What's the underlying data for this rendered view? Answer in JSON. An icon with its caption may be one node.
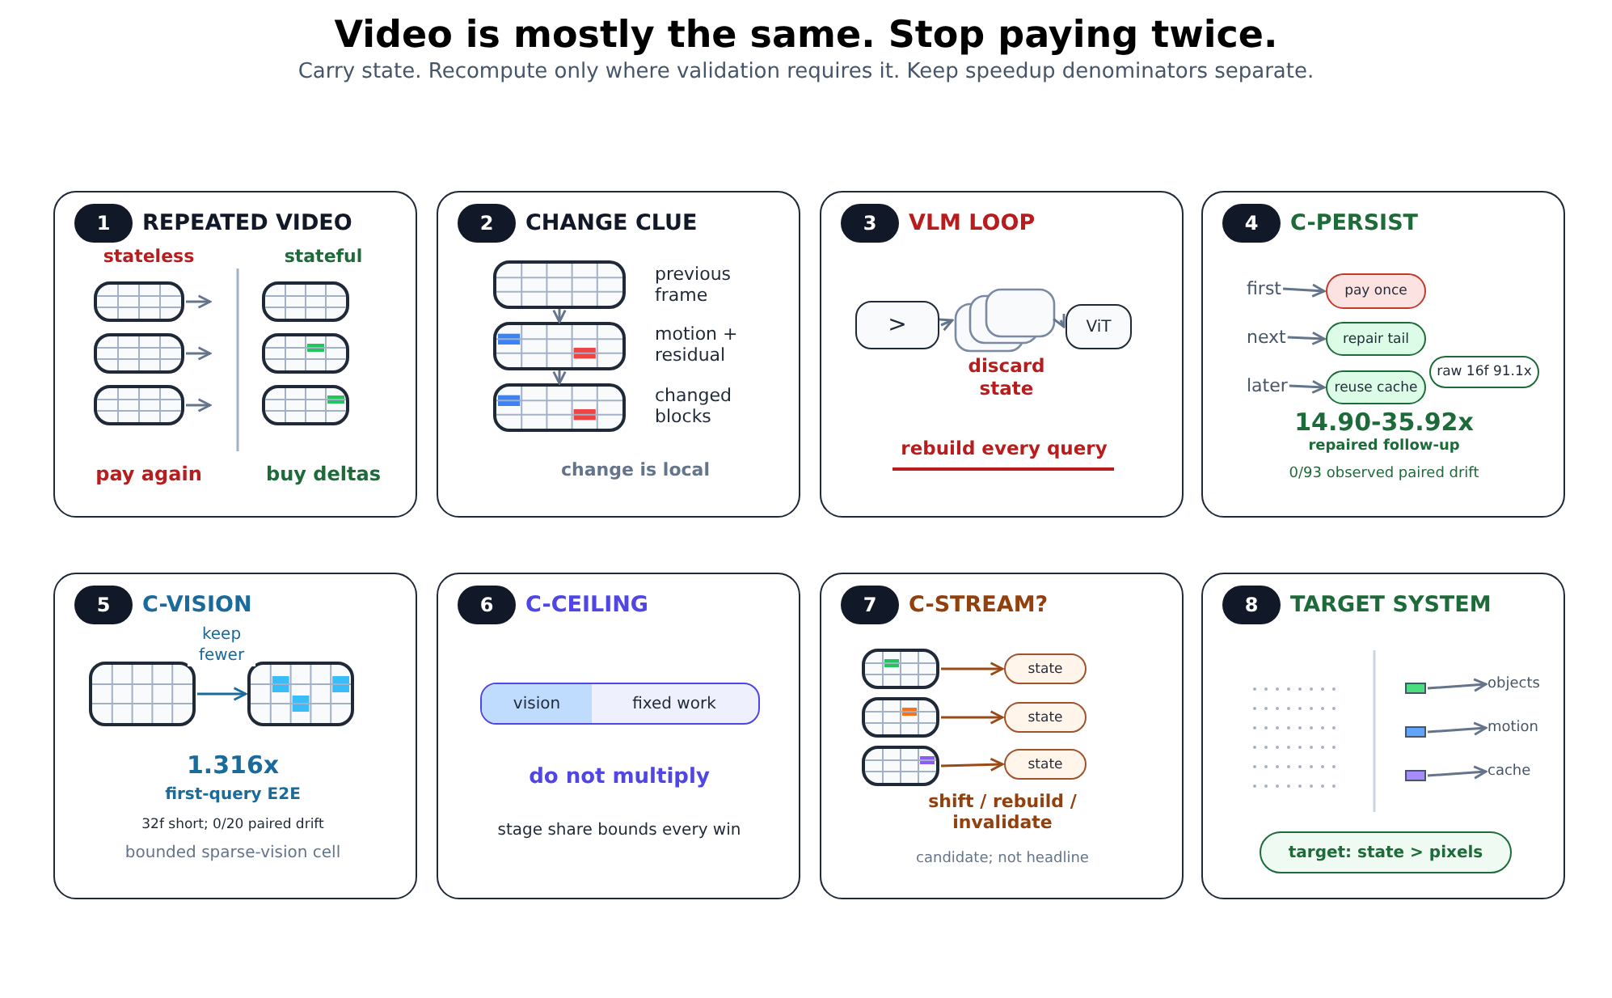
{
  "diagram": {
    "title": "Video is mostly the same. Stop paying twice.",
    "labels": [
      "Carry state. Recompute only where validation requires it. Keep speedup denominators separate."
    ],
    "nodes": [
      {
        "text": [
          "REPEATED VIDEO",
          "stateless",
          "stateful",
          "pay again",
          "buy deltas"
        ]
      },
      {
        "text": [
          "1"
        ],
        "in": 0
      },
      {
        "text": [],
        "shape": "box",
        "in": 0
      },
      {
        "text": [],
        "shape": "box",
        "in": 0
      },
      {
        "text": [],
        "shape": "box",
        "in": 0
      },
      {
        "text": [],
        "shape": "box",
        "in": 0
      },
      {
        "text": [],
        "shape": "box",
        "in": 0
      },
      {
        "text": [],
        "shape": "box",
        "in": 0
      },
      {
        "text": [
          "CHANGE CLUE",
          "change is local"
        ]
      },
      {
        "text": [
          "2"
        ],
        "in": 8
      },
      {
        "text": [],
        "shape": "box",
        "in": 8,
        "beside": [
          "previous frame"
        ]
      },
      {
        "text": [],
        "shape": "box",
        "in": 8,
        "beside": [
          "motion + residual"
        ]
      },
      {
        "text": [],
        "shape": "box",
        "in": 8,
        "beside": [
          "changed blocks"
        ]
      },
      {
        "text": [
          "VLM LOOP",
          "rebuild every query"
        ]
      },
      {
        "text": [
          "3"
        ],
        "in": 13
      },
      {
        "text": [
          ">"
        ],
        "in": 13
      },
      {
        "text": [],
        "shape": "box",
        "in": 13,
        "beside": [
          "discard state"
        ]
      },
      {
        "text": [
          "ViT"
        ],
        "in": 13
      },
      {
        "text": [
          "C-PERSIST",
          "14.90-35.92x",
          "repaired follow-up",
          "0/93 observed paired drift"
        ]
      },
      {
        "text": [
          "4"
        ],
        "in": 18
      },
      {
        "text": [
          "first"
        ],
        "in": 18
      },
      {
        "text": [
          "pay once"
        ],
        "in": 18
      },
      {
        "text": [
          "next"
        ],
        "in": 18
      },
      {
        "text": [
          "repair tail"
        ],
        "in": 18
      },
      {
        "text": [
          "later"
        ],
        "in": 18
      },
      {
        "text": [
          "reuse cache"
        ],
        "in": 18
      },
      {
        "text": [
          "raw 16f 91.1x"
        ],
        "in": 18
      },
      {
        "text": [
          "C-VISION",
          "1.316x",
          "first-query E2E",
          "32f short; 0/20 paired drift",
          "bounded sparse-vision cell"
        ]
      },
      {
        "text": [
          "5"
        ],
        "in": 27
      },
      {
        "text": [],
        "shape": "box",
        "in": 27
      },
      {
        "text": [],
        "shape": "box",
        "in": 27
      },
      {
        "text": [
          "C-CEILING",
          "do not multiply",
          "stage share bounds every win"
        ]
      },
      {
        "text": [
          "6"
        ],
        "in": 31
      },
      {
        "text": [
          "vision",
          "fixed work"
        ],
        "in": 31
      },
      {
        "text": [
          "C-STREAM?",
          "shift / rebuild / invalidate",
          "candidate; not headline"
        ]
      },
      {
        "text": [
          "7"
        ],
        "in": 34
      },
      {
        "text": [],
        "shape": "box",
        "in": 34
      },
      {
        "text": [
          "state"
        ],
        "in": 34
      },
      {
        "text": [],
        "shape": "box",
        "in": 34
      },
      {
        "text": [
          "state"
        ],
        "in": 34
      },
      {
        "text": [],
        "shape": "box",
        "in": 34
      },
      {
        "text": [
          "state"
        ],
        "in": 34
      },
      {
        "text": [
          "TARGET SYSTEM"
        ]
      },
      {
        "text": [
          "8"
        ],
        "in": 42
      },
      {
        "text": [],
        "shape": "box",
        "in": 42
      },
      {
        "text": [
          "objects"
        ],
        "in": 42
      },
      {
        "text": [],
        "shape": "box",
        "in": 42
      },
      {
        "text": [
          "motion"
        ],
        "in": 42
      },
      {
        "text": [],
        "shape": "box",
        "in": 42
      },
      {
        "text": [
          "cache"
        ],
        "in": 42
      },
      {
        "text": [
          "target: state > pixels"
        ],
        "in": 42
      }
    ],
    "edges": [
      {
        "from": 2,
        "to": null,
        "arrow": "to"
      },
      {
        "from": 3,
        "to": null,
        "arrow": "to"
      },
      {
        "from": 4,
        "to": null,
        "arrow": "to"
      },
      {
        "from": 10,
        "to": 11,
        "arrow": "to"
      },
      {
        "from": 11,
        "to": 12,
        "arrow": "to"
      },
      {
        "from": 15,
        "to": 16,
        "arrow": "to"
      },
      {
        "from": 16,
        "to": 17,
        "arrow": "to"
      },
      {
        "from": 20,
        "to": 21,
        "arrow": "to"
      },
      {
        "from": 22,
        "to": 23,
        "arrow": "to"
      },
      {
        "from": 24,
        "to": 25,
        "arrow": "to"
      },
      {
        "from": 29,
        "to": 30,
        "arrow": "to",
        "label": "keep fewer",
        "color": "#1b6a9c"
      },
      {
        "from": 36,
        "to": 37,
        "arrow": "to",
        "color": "#9a4a16"
      },
      {
        "from": 38,
        "to": 39,
        "arrow": "to",
        "color": "#9a4a16"
      },
      {
        "from": 40,
        "to": 41,
        "arrow": "to",
        "color": "#9a4a16"
      },
      {
        "from": 44,
        "to": 45,
        "arrow": "to"
      },
      {
        "from": 46,
        "to": 47,
        "arrow": "to"
      },
      {
        "from": 48,
        "to": 49,
        "arrow": "to"
      }
    ]
  }
}
